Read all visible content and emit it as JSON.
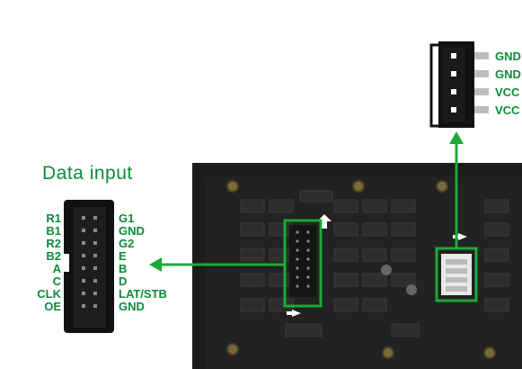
{
  "data_input": {
    "title": "Data input",
    "left_pins": [
      "R1",
      "B1",
      "R2",
      "B2",
      "A",
      "C",
      "CLK",
      "OE"
    ],
    "right_pins": [
      "G1",
      "GND",
      "G2",
      "E",
      "B",
      "D",
      "LAT/STB",
      "GND"
    ]
  },
  "power_input": {
    "pins": [
      "GND",
      "GND",
      "VCC",
      "VCC"
    ]
  },
  "colors": {
    "label_green": "#0d8a3a",
    "highlight_green": "#1fa83a",
    "connector_black": "#111111",
    "board_dark": "#1c1c1c"
  }
}
